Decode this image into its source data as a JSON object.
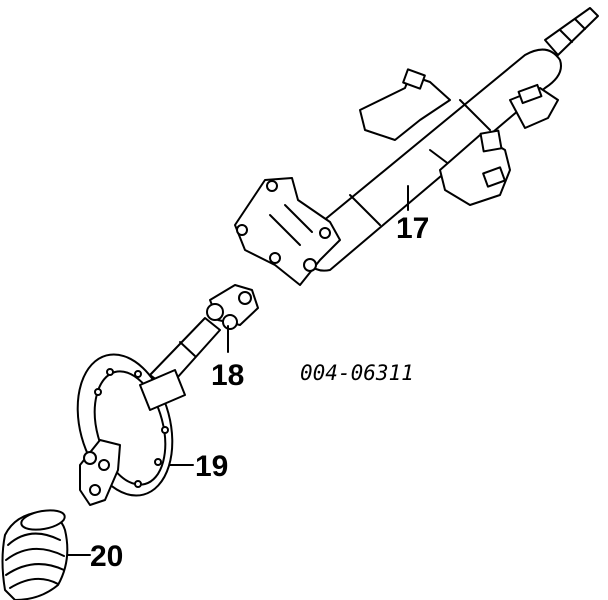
{
  "diagram": {
    "reference_code": "004-06311",
    "callouts": [
      {
        "id": "column",
        "label": "17"
      },
      {
        "id": "ujoint",
        "label": "18"
      },
      {
        "id": "seal",
        "label": "19"
      },
      {
        "id": "boot",
        "label": "20"
      }
    ]
  }
}
